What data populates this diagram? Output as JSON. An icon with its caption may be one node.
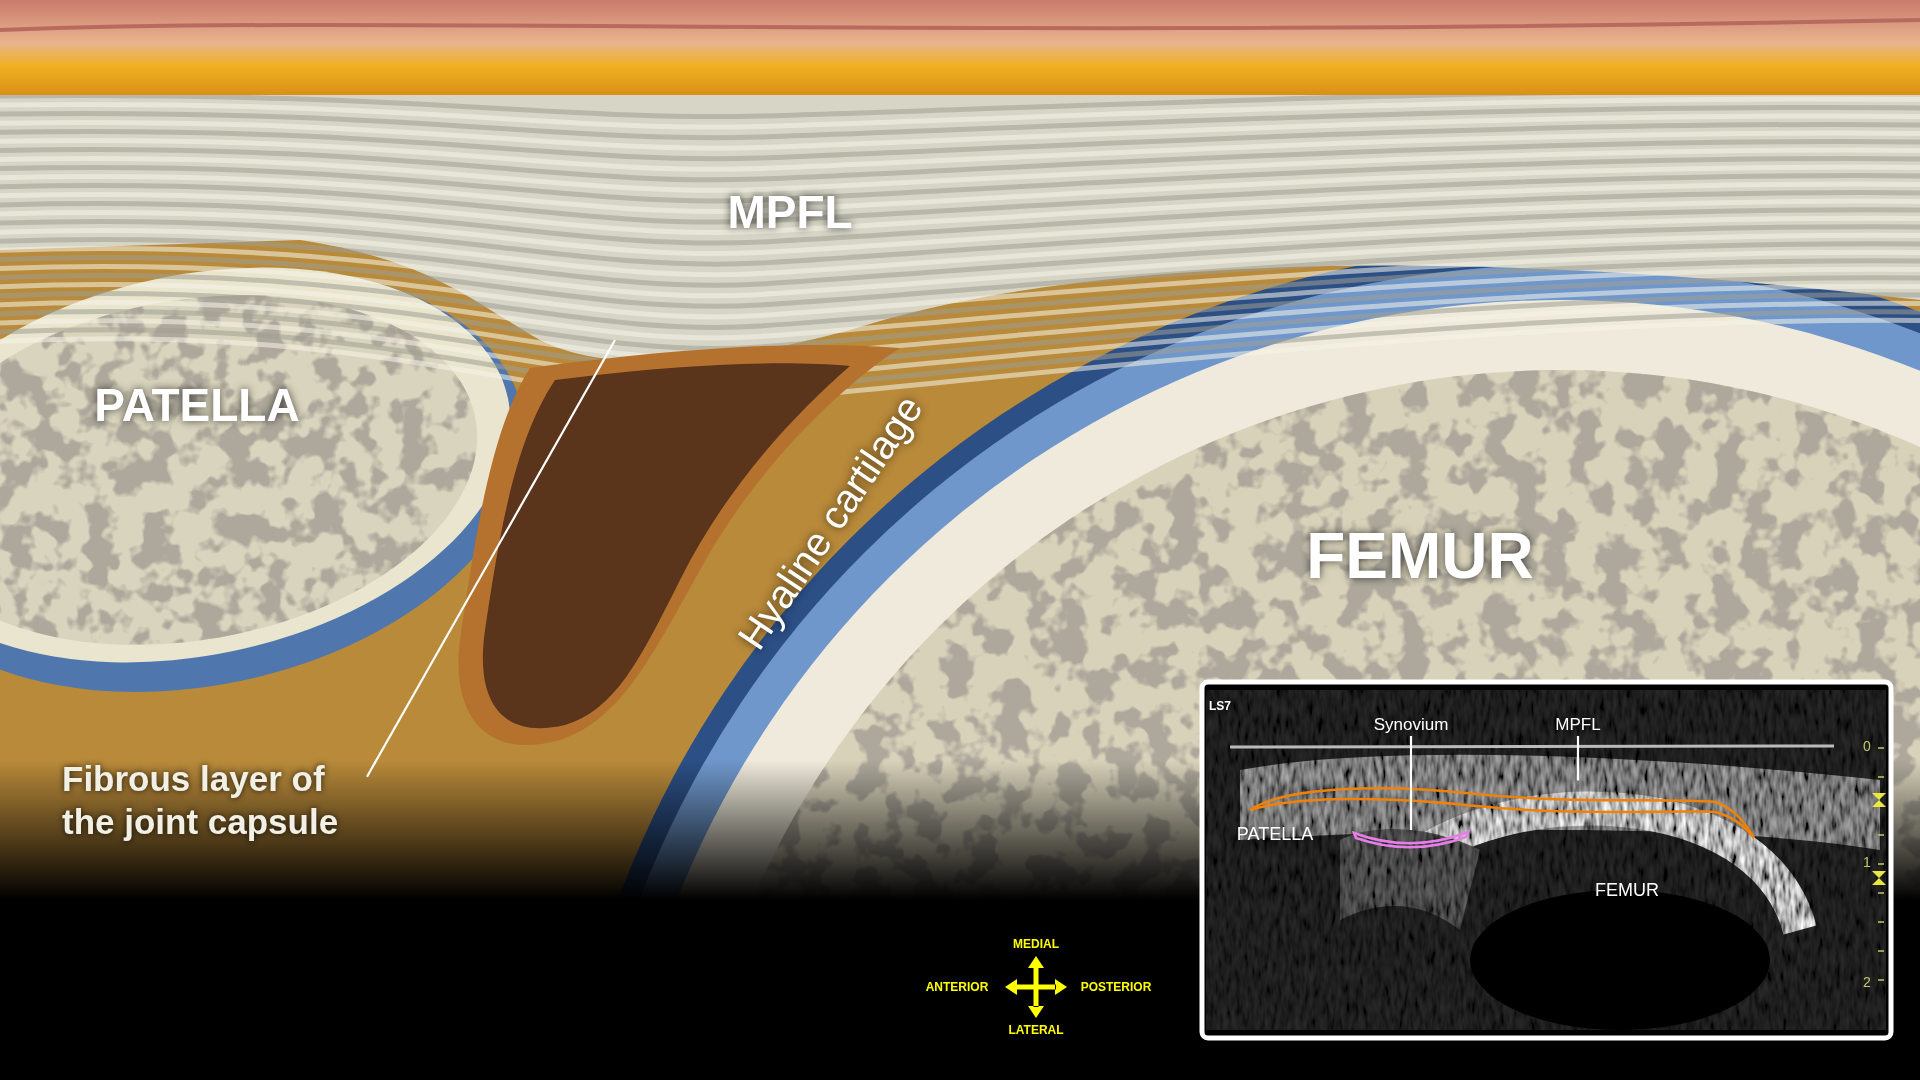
{
  "diagram": {
    "nodes": [
      {
        "text": [
          "Fibrous layer of the joint capsule"
        ]
      },
      {
        "text": [],
        "shape": "picture"
      },
      {
        "text": [
          "Synovium"
        ]
      },
      {
        "text": [],
        "shape": "picture"
      },
      {
        "text": [
          "MPFL"
        ]
      },
      {
        "text": [],
        "shape": "picture"
      }
    ],
    "edges": [
      {
        "from": 0,
        "to": 1,
        "arrow": "none"
      },
      {
        "from": 2,
        "to": 3,
        "arrow": "none"
      },
      {
        "from": 4,
        "to": 5,
        "arrow": "none"
      }
    ],
    "labels": [
      "MPFL",
      "PATELLA",
      "Hyaline cartilage",
      "FEMUR",
      "LS7",
      "PATELLA",
      "FEMUR",
      "0",
      "1",
      "2",
      "MEDIAL",
      "ANTERIOR",
      "POSTERIOR",
      "LATERAL"
    ]
  }
}
